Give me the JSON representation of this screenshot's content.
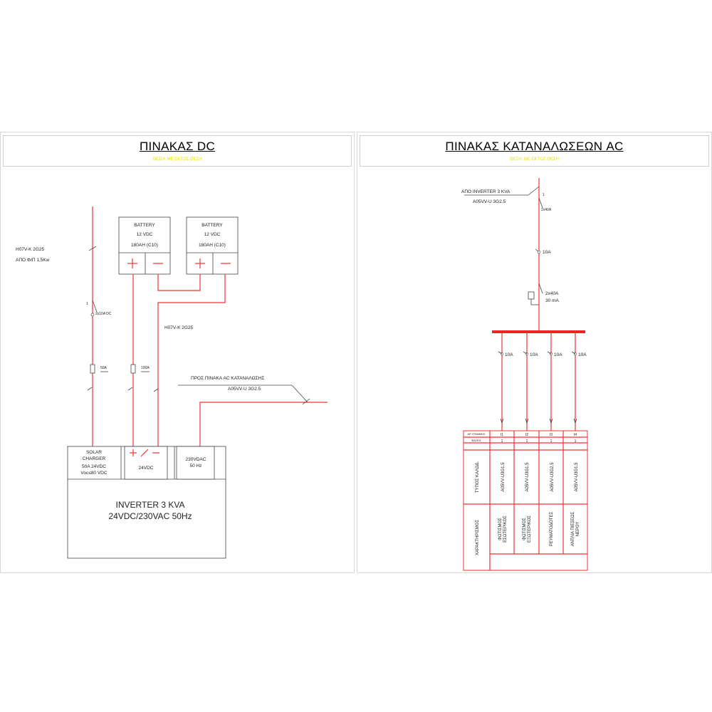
{
  "left_panel": {
    "title": "ΠΙΝΑΚΑΣ DC",
    "subtitle": "ΘΕΣΗ: ΜΕ ΕΚΤΟΣ ΘΕΣΗ",
    "battery1": {
      "label": "BATTERY",
      "voltage": "12 VDC",
      "capacity": "180AH (C10)"
    },
    "battery2": {
      "label": "BATTERY",
      "voltage": "12 VDC",
      "capacity": "180AH (C10)"
    },
    "pv_cable": "H07V-K 2G25",
    "pv_source": "ΑΠΟ Φ/Π 1,5Kw",
    "pv_breaker": "2x10A DC",
    "battery_cable": "H07V-K 2G25",
    "fuse1": "50A",
    "fuse2": "100A",
    "ac_out_label": "ΠΡΟΣ ΠΙΝΑΚΑ AC ΚΑΤΑΝΑΛΩΣΗΣ",
    "ac_out_cable": "A05VV-U 3G2.5",
    "solar_charger": [
      "SOLAR",
      "CHARGER",
      "50A 24VDC",
      "Voc≤80 VDC"
    ],
    "dc_input": "24VDC",
    "ac_output": [
      "230VDAC",
      "50 Hz"
    ],
    "inverter_title": "INVERTER 3 KVA",
    "inverter_spec": "24VDC/230VAC 50Hz"
  },
  "right_panel": {
    "title": "ΠΙΝΑΚΑΣ ΚΑΤΑΝΑΛΩΣΕΩΝ AC",
    "subtitle": "ΘΕΣΗ: ΜΕ ΕΚΤΟΣ ΘΕΣΗ",
    "source": "ΑΠΟ INVERTER 3 KVA",
    "source_cable": "A05VV-U 3G2.5",
    "main_switch": "2x40A",
    "main_breaker": "10A",
    "rcd_rating": "2x40A",
    "rcd_sensitivity": "30 mA",
    "circuits": [
      {
        "breaker": "10A",
        "id": "Ι1",
        "phase": "1",
        "cable": "A05VV-U3G1.5",
        "description": [
          "ΦΩΤΙΣΜΟΣ",
          "ΕΣΩΤΕΡΙΚΟΣ"
        ]
      },
      {
        "breaker": "10A",
        "id": "Ι2",
        "phase": "1",
        "cable": "A05VV-U3G1.5",
        "description": [
          "ΦΩΤΙΣΜΟΣ",
          "ΕΞΩΤΕΡΙΚΟΣ"
        ]
      },
      {
        "breaker": "10A",
        "id": "Ι3",
        "phase": "1",
        "cable": "A05VV-U3G2.5",
        "description": [
          "ΡΕΥΜΑΤΟΔΟΤΕΣ"
        ]
      },
      {
        "breaker": "10A",
        "id": "Ι4",
        "phase": "1",
        "cable": "A05VV-U3G1.5",
        "description": [
          "ΑΝΤΛΙΑ ΠΙΕΣΕΩΣ",
          "ΝΕΡΟΥ"
        ]
      }
    ],
    "table_headers": {
      "circuit_no": "ΑΡ. ΓΡΑΜΜΗΣ",
      "phase": "ΦΑΣΕΙΣ",
      "cable_type": "ΤΥΠΟΣ ΚΑΛΩΔ.",
      "description": "ΧΑΡΑΚΤΗΡΙΣΜΟΣ"
    }
  }
}
